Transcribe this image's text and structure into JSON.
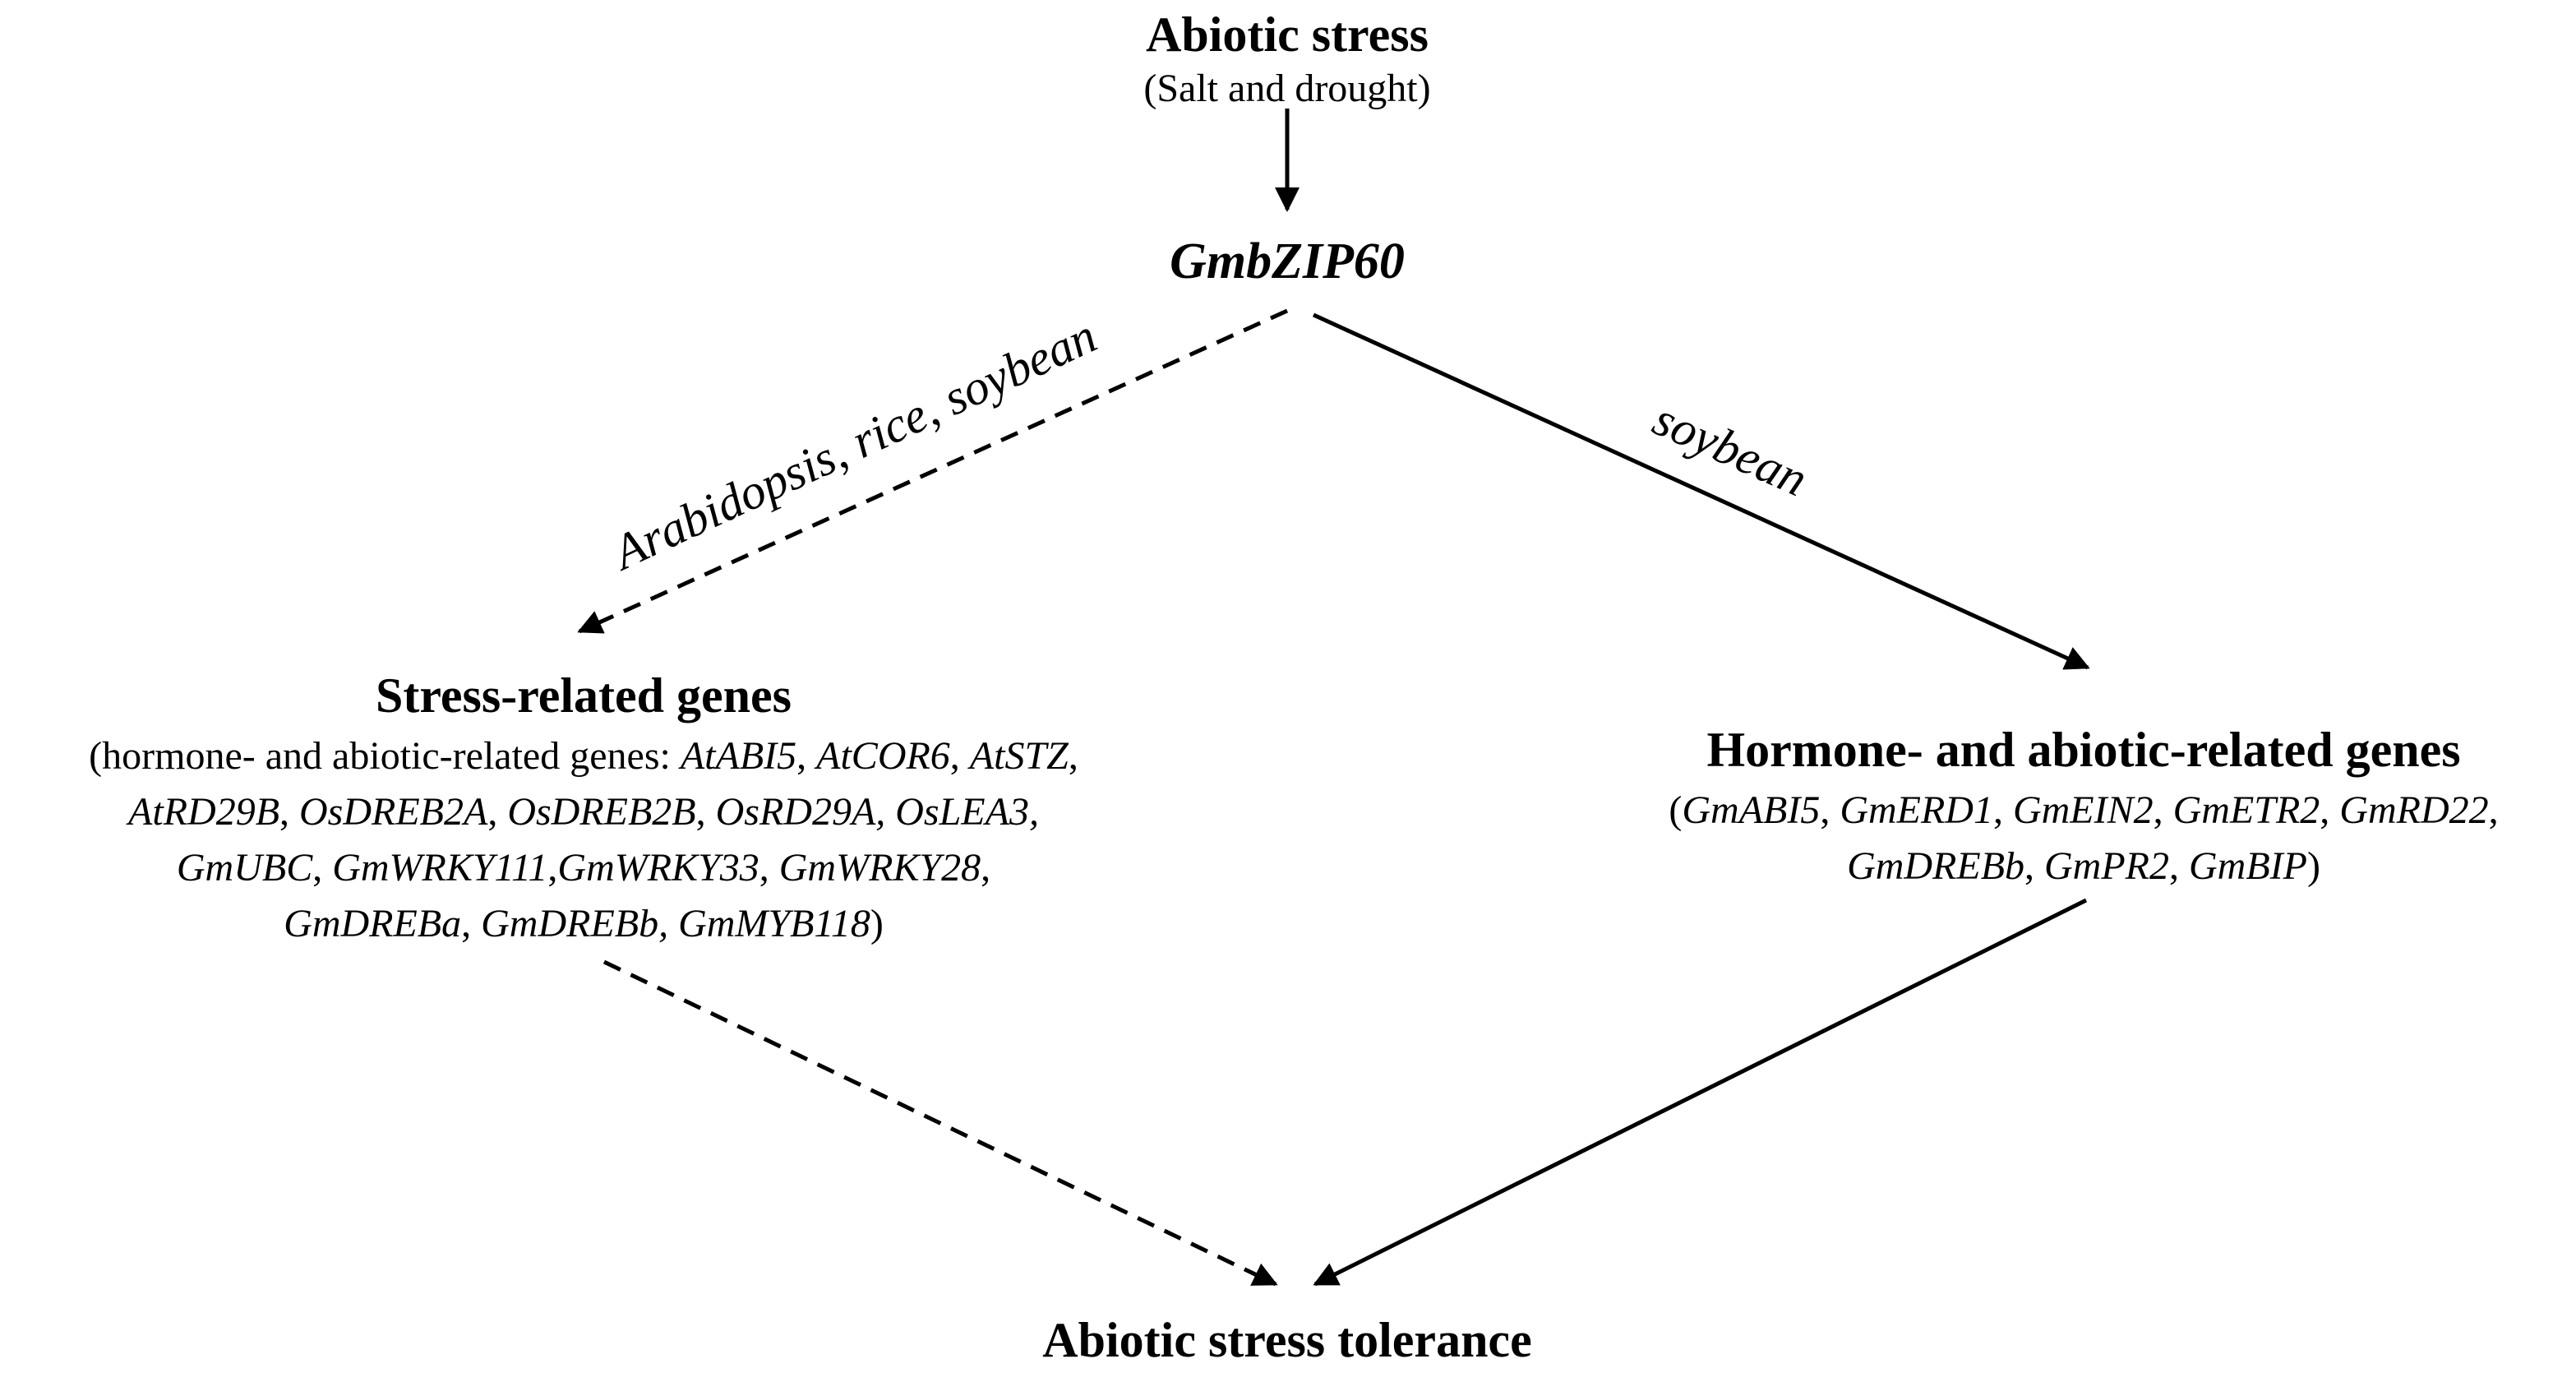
{
  "top": {
    "title": "Abiotic stress",
    "subtitle": "(Salt and drought)"
  },
  "center_node": {
    "label": "GmbZIP60"
  },
  "edges": {
    "left_label": "Arabidopsis, rice, soybean",
    "right_label": "soybean"
  },
  "left_node": {
    "title": "Stress-related genes",
    "lines": [
      [
        {
          "t": "(hormone- and abiotic-related genes: "
        },
        {
          "t": "AtABI5",
          "i": true
        },
        {
          "t": ", "
        },
        {
          "t": "AtCOR6",
          "i": true
        },
        {
          "t": ", "
        },
        {
          "t": "AtSTZ",
          "i": true
        },
        {
          "t": ","
        }
      ],
      [
        {
          "t": "AtRD29B",
          "i": true
        },
        {
          "t": ", "
        },
        {
          "t": "OsDREB2A",
          "i": true
        },
        {
          "t": ", "
        },
        {
          "t": "OsDREB2B",
          "i": true
        },
        {
          "t": ", "
        },
        {
          "t": "OsRD29A, OsLEA3,",
          "i": true
        }
      ],
      [
        {
          "t": "GmUBC",
          "i": true
        },
        {
          "t": ", "
        },
        {
          "t": "GmWRKY111",
          "i": true
        },
        {
          "t": ","
        },
        {
          "t": "GmWRKY33",
          "i": true
        },
        {
          "t": ", "
        },
        {
          "t": "GmWRKY28",
          "i": true
        },
        {
          "t": ","
        }
      ],
      [
        {
          "t": "GmDREBa",
          "i": true
        },
        {
          "t": ", "
        },
        {
          "t": "GmDREBb, GmMYB118",
          "i": true
        },
        {
          "t": ")"
        }
      ]
    ]
  },
  "right_node": {
    "title": "Hormone- and abiotic-related genes",
    "lines": [
      [
        {
          "t": "("
        },
        {
          "t": "GmABI5",
          "i": true
        },
        {
          "t": ", "
        },
        {
          "t": "GmERD1",
          "i": true
        },
        {
          "t": ", "
        },
        {
          "t": "GmEIN2",
          "i": true
        },
        {
          "t": ", "
        },
        {
          "t": "GmETR2",
          "i": true
        },
        {
          "t": ", "
        },
        {
          "t": "GmRD22",
          "i": true
        },
        {
          "t": ","
        }
      ],
      [
        {
          "t": "GmDREBb",
          "i": true
        },
        {
          "t": ", "
        },
        {
          "t": "GmPR2",
          "i": true
        },
        {
          "t": ", "
        },
        {
          "t": "GmBIP",
          "i": true
        },
        {
          "t": ")"
        }
      ]
    ]
  },
  "bottom": {
    "title": "Abiotic stress tolerance"
  }
}
